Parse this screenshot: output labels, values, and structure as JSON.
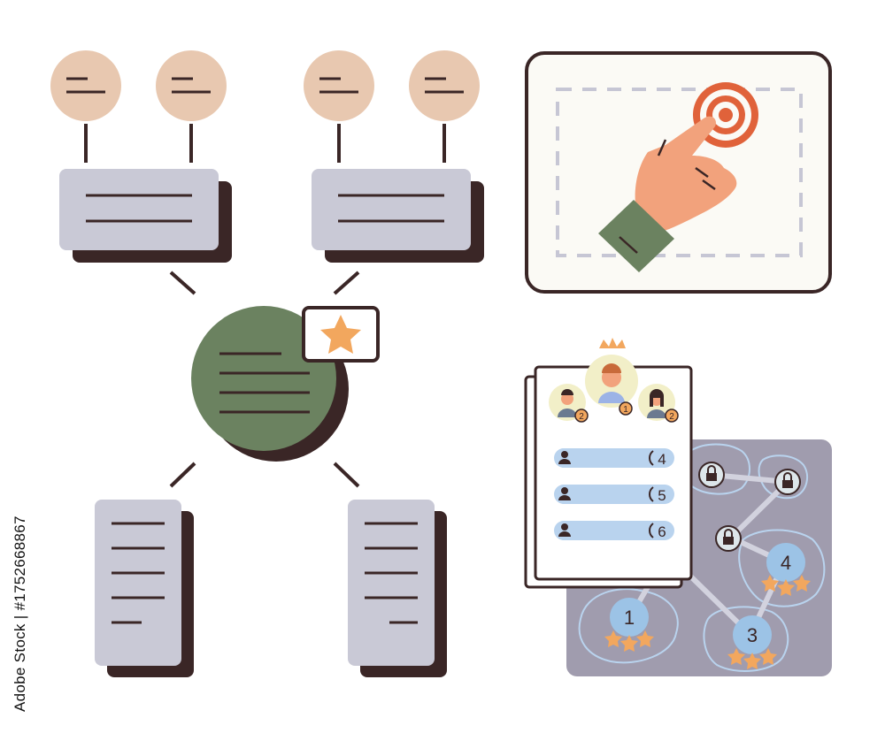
{
  "watermark": {
    "stock_id": "Adobe Stock | #1752668867"
  },
  "leaderboard": {
    "podium_ranks": [
      "2",
      "1",
      "2"
    ],
    "rows": [
      {
        "rank": "4"
      },
      {
        "rank": "5"
      },
      {
        "rank": "6"
      }
    ]
  },
  "level_map": {
    "levels": [
      "1",
      "3",
      "4"
    ]
  },
  "colors": {
    "outline": "#3a2626",
    "card_fill": "#c9c9d6",
    "bubble_fill": "#e8c8b0",
    "hub_fill": "#6b8260",
    "star": "#f2a75e",
    "map_fill": "#a09cae",
    "node_fill": "#9cc3e6",
    "bar_fill": "#b9d3ee",
    "target": "#e0623a",
    "hand": "#f2a27c",
    "sleeve": "#6b8260"
  }
}
